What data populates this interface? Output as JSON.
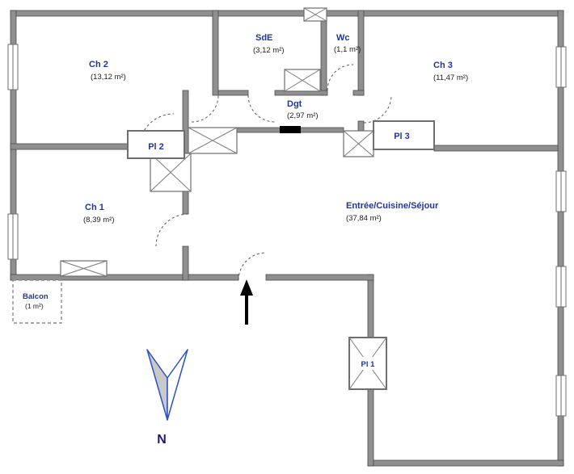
{
  "plan": {
    "rooms": [
      {
        "name": "Ch 2",
        "area": "(13,12 m²)"
      },
      {
        "name": "SdE",
        "area": "(3,12 m²)"
      },
      {
        "name": "Wc",
        "area": "(1,1 m²)"
      },
      {
        "name": "Ch 3",
        "area": "(11,47 m²)"
      },
      {
        "name": "Dgt",
        "area": "(2,97 m²)"
      },
      {
        "name": "Pl 2",
        "area": ""
      },
      {
        "name": "Pl 3",
        "area": ""
      },
      {
        "name": "Ch 1",
        "area": "(8,39 m²)"
      },
      {
        "name": "Entrée/Cuisine/Séjour",
        "area": "(37,84 m²)"
      },
      {
        "name": "Balcon",
        "area": "(1 m²)"
      },
      {
        "name": "Pl 1",
        "area": ""
      }
    ],
    "compass_label": "N",
    "colors": {
      "room_label": "#1e3799",
      "area_label": "#1b1b1b",
      "wall": "#8f8f8f",
      "wall_edge": "#4a4a4a",
      "compass_stroke": "#2b50c8",
      "compass_fill_left": "#c9c9c9",
      "entry_arrow": "#000000"
    }
  }
}
